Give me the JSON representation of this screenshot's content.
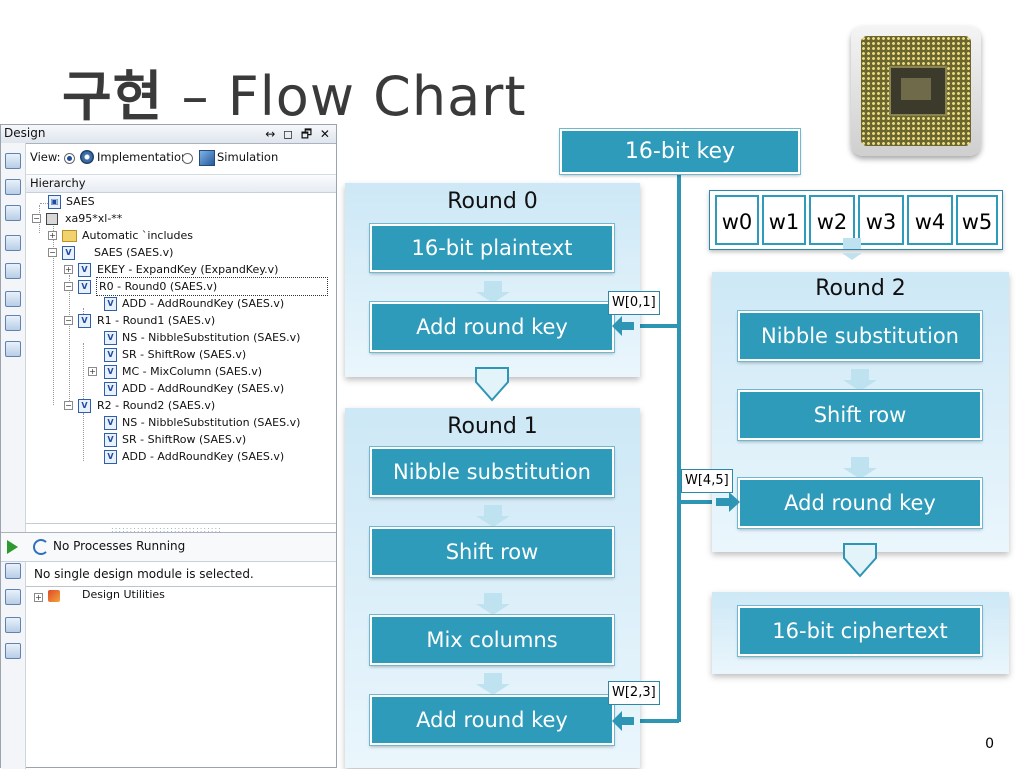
{
  "slide": {
    "title_ko": "구현",
    "title_dash": " – ",
    "title_en": "Flow Chart",
    "page_number": "0"
  },
  "design_panel": {
    "title": "Design",
    "controls": "↔ ◻ 🗗 ✕",
    "view_label": "View:",
    "view_implementation": "Implementation",
    "view_simulation": "Simulation",
    "hierarchy_label": "Hierarchy",
    "tree": [
      "SAES",
      "xa95*xl-**",
      "Automatic `includes",
      "SAES (SAES.v)",
      "EKEY - ExpandKey (ExpandKey.v)",
      "R0 - Round0 (SAES.v)",
      "ADD - AddRoundKey (SAES.v)",
      "R1 - Round1 (SAES.v)",
      "NS - NibbleSubstitution (SAES.v)",
      "SR - ShiftRow (SAES.v)",
      "MC - MixColumn (SAES.v)",
      "ADD - AddRoundKey (SAES.v)",
      "R2 - Round2 (SAES.v)",
      "NS - NibbleSubstitution (SAES.v)",
      "SR - ShiftRow (SAES.v)",
      "ADD - AddRoundKey (SAES.v)"
    ],
    "processes_status": "No Processes Running",
    "no_selection": "No single design module is selected.",
    "design_utilities": "Design Utilities"
  },
  "flow": {
    "key": "16-bit key",
    "words": [
      "w0",
      "w1",
      "w2",
      "w3",
      "w4",
      "w5"
    ],
    "round0": {
      "title": "Round 0",
      "steps": [
        "16-bit plaintext",
        "Add round key"
      ],
      "key_label": "W[0,1]"
    },
    "round1": {
      "title": "Round 1",
      "steps": [
        "Nibble substitution",
        "Shift row",
        "Mix columns",
        "Add round key"
      ],
      "key_label": "W[2,3]"
    },
    "round2": {
      "title": "Round 2",
      "steps": [
        "Nibble substitution",
        "Shift row",
        "Add round key"
      ],
      "key_label": "W[4,5]"
    },
    "output": "16-bit ciphertext"
  },
  "colors": {
    "box_fill": "#2e9bbb",
    "panel_fill": "#cde8f6",
    "line": "#2e95b5"
  }
}
